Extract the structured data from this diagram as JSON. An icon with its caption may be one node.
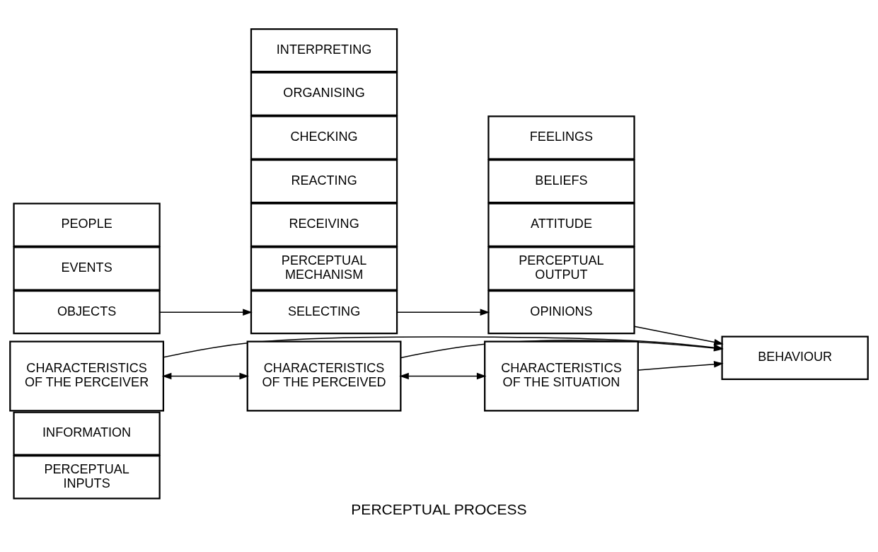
{
  "diagram": {
    "caption": "PERCEPTUAL PROCESS",
    "nodes": [
      {
        "text": [
          "PERCEPTUAL INPUTS"
        ]
      },
      {
        "text": [
          "INFORMATION"
        ]
      },
      {
        "text": [
          "OBJECTS"
        ]
      },
      {
        "text": [
          "EVENTS"
        ]
      },
      {
        "text": [
          "PEOPLE"
        ]
      },
      {
        "text": [
          "PERCEPTUAL MECHANISM"
        ]
      },
      {
        "text": [
          "RECEIVING"
        ]
      },
      {
        "text": [
          "REACTING"
        ]
      },
      {
        "text": [
          "SELECTING"
        ]
      },
      {
        "text": [
          "CHECKING"
        ]
      },
      {
        "text": [
          "ORGANISING"
        ]
      },
      {
        "text": [
          "INTERPRETING"
        ]
      },
      {
        "text": [
          "PERCEPTUAL OUTPUT"
        ]
      },
      {
        "text": [
          "ATTITUDE"
        ]
      },
      {
        "text": [
          "OPINIONS"
        ]
      },
      {
        "text": [
          "BELIEFS"
        ]
      },
      {
        "text": [
          "FEELINGS"
        ]
      },
      {
        "text": [
          "BEHAVIOUR"
        ]
      },
      {
        "text": [
          "CHARACTERISTICS OF THE PERCEIVER"
        ]
      },
      {
        "text": [
          "CHARACTERISTICS OF THE PERCEIVED"
        ]
      },
      {
        "text": [
          "CHARACTERISTICS OF THE SITUATION"
        ]
      }
    ],
    "edges": [
      {
        "from": 2,
        "to": 8,
        "arrow": "to"
      },
      {
        "from": 8,
        "to": 14,
        "arrow": "to"
      },
      {
        "from": 14,
        "to": 17,
        "arrow": "to"
      },
      {
        "from": 18,
        "to": 19,
        "arrow": "both"
      },
      {
        "from": 19,
        "to": 20,
        "arrow": "both"
      },
      {
        "from": 20,
        "to": 17,
        "arrow": "to"
      },
      {
        "from": 19,
        "to": 17,
        "arrow": "to"
      },
      {
        "from": 18,
        "to": 17,
        "arrow": "to"
      }
    ]
  }
}
